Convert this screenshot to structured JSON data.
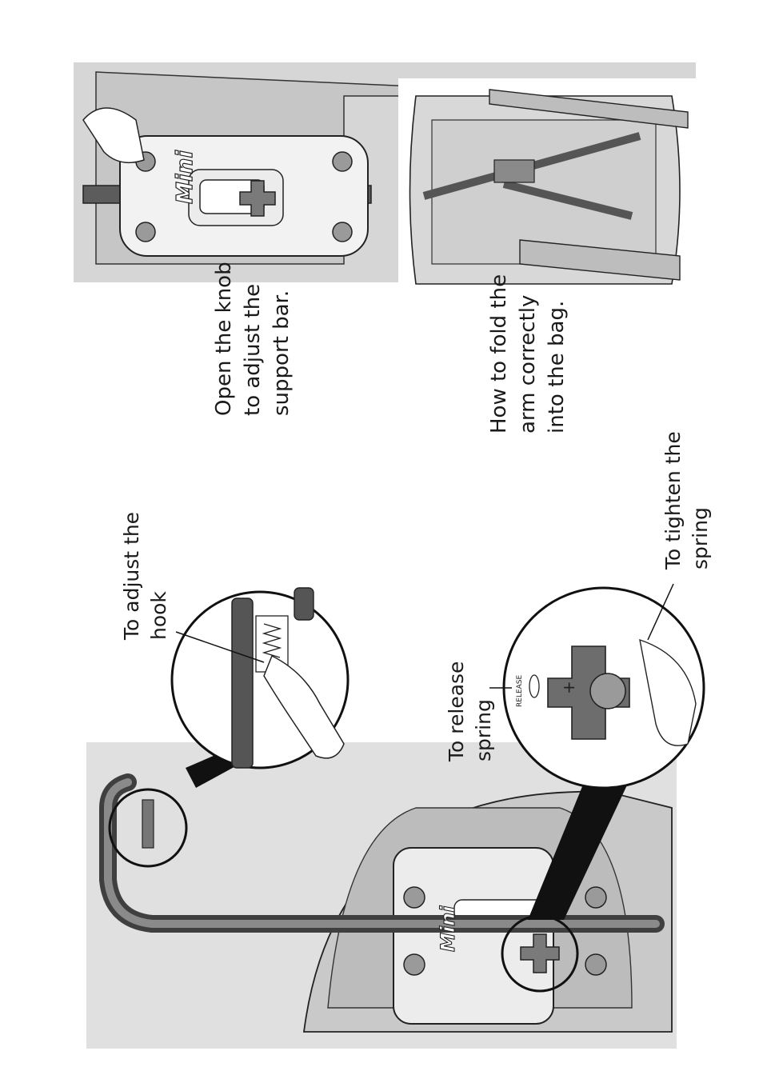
{
  "captions": {
    "open_knob": [
      "Open the knob",
      "to adjust the",
      "support bar."
    ],
    "fold_arm": [
      "How to fold the",
      "arm correctly",
      "into the bag."
    ],
    "adjust_hook": [
      "To adjust the",
      "hook"
    ],
    "tighten_spring": [
      "To tighten the",
      "spring"
    ],
    "release_spring": [
      "To release",
      "spring"
    ]
  },
  "labels": {
    "logo": "Mini",
    "release_mark": "RELEASE",
    "plus_mark": "+"
  }
}
